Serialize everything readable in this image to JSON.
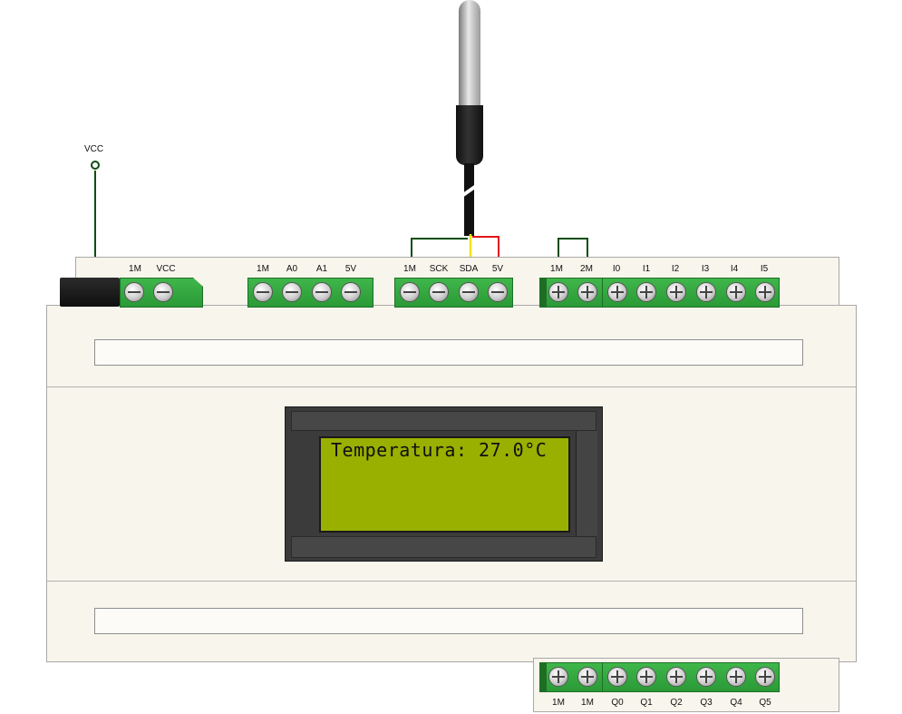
{
  "supply": {
    "label": "VCC"
  },
  "top_terminals": {
    "power": [
      "1M",
      "VCC"
    ],
    "analog": [
      "1M",
      "A0",
      "A1",
      "5V"
    ],
    "i2c": [
      "1M",
      "SCK",
      "SDA",
      "5V"
    ],
    "inputs": [
      "1M",
      "2M",
      "I0",
      "I1",
      "I2",
      "I3",
      "I4",
      "I5"
    ]
  },
  "bottom_terminals": {
    "outputs": [
      "1M",
      "1M",
      "Q0",
      "Q1",
      "Q2",
      "Q3",
      "Q4",
      "Q5"
    ]
  },
  "lcd": {
    "line1": "Temperatura: 27.0°C"
  },
  "colors": {
    "wire_green": "#0b4d12",
    "wire_yellow": "#f2e600",
    "wire_red": "#e0141a",
    "lcd_screen": "#99b000",
    "terminal_green": "#36ac42"
  }
}
